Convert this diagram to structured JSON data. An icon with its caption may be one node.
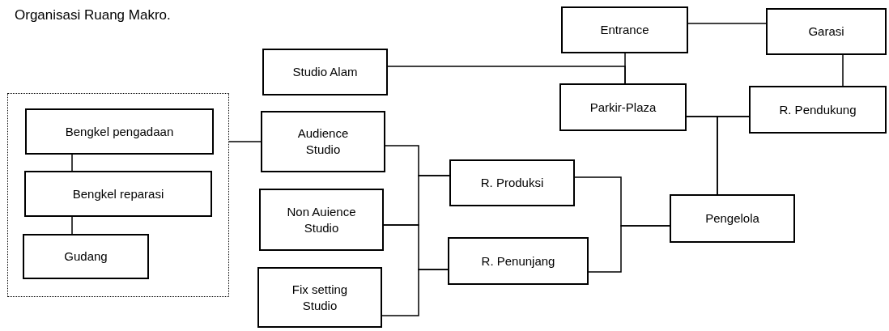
{
  "diagram": {
    "title": "Organisasi Ruang Makro.",
    "nodes": [
      {
        "text": [],
        "shape": "box"
      },
      {
        "text": [
          "Bengkel pengadaan"
        ],
        "in": 0
      },
      {
        "text": [
          "Bengkel reparasi"
        ],
        "in": 0
      },
      {
        "text": [
          "Gudang"
        ],
        "in": 0
      },
      {
        "text": [
          "Studio Alam"
        ]
      },
      {
        "text": [
          "Audience Studio"
        ]
      },
      {
        "text": [
          "Non Auience Studio"
        ]
      },
      {
        "text": [
          "Fix setting Studio"
        ]
      },
      {
        "text": [
          "R. Produksi"
        ]
      },
      {
        "text": [
          "R. Penunjang"
        ]
      },
      {
        "text": [
          "Entrance"
        ]
      },
      {
        "text": [
          "Garasi"
        ]
      },
      {
        "text": [
          "Parkir-Plaza"
        ]
      },
      {
        "text": [
          "R. Pendukung"
        ]
      },
      {
        "text": [
          "Pengelola"
        ]
      }
    ],
    "edges": [
      {
        "from": 0,
        "to": 5,
        "arrow": "none"
      },
      {
        "from": 1,
        "to": 2,
        "arrow": "none"
      },
      {
        "from": 2,
        "to": 3,
        "arrow": "none"
      },
      {
        "from": 4,
        "to": 12,
        "arrow": "none"
      },
      {
        "from": 10,
        "to": 12,
        "arrow": "none"
      },
      {
        "from": 10,
        "to": 11,
        "arrow": "none"
      },
      {
        "from": 11,
        "to": 13,
        "arrow": "none"
      },
      {
        "from": 12,
        "to": 13,
        "arrow": "none"
      },
      {
        "from": 12,
        "to": 14,
        "arrow": "none"
      },
      {
        "from": 13,
        "to": 14,
        "arrow": "none"
      },
      {
        "from": 5,
        "to": 8,
        "arrow": "none"
      },
      {
        "from": 6,
        "to": 8,
        "arrow": "none"
      },
      {
        "from": 6,
        "to": 9,
        "arrow": "none"
      },
      {
        "from": 7,
        "to": 9,
        "arrow": "none"
      },
      {
        "from": 8,
        "to": 14,
        "arrow": "none"
      },
      {
        "from": 9,
        "to": 14,
        "arrow": "none"
      }
    ]
  }
}
